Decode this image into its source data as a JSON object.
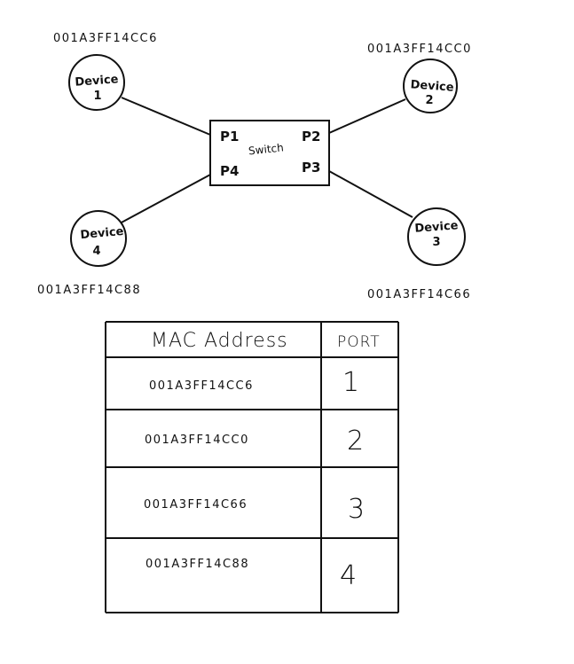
{
  "switch": {
    "label": "Switch",
    "ports": [
      "P1",
      "P2",
      "P3",
      "P4"
    ]
  },
  "devices": [
    {
      "name": "Device",
      "number": "1",
      "mac": "001A3FF14CC6"
    },
    {
      "name": "Device",
      "number": "2",
      "mac": "001A3FF14CC0"
    },
    {
      "name": "Device",
      "number": "3",
      "mac": "001A3FF14C66"
    },
    {
      "name": "Device",
      "number": "4",
      "mac": "001A3FF14C88"
    }
  ],
  "table": {
    "headers": [
      "MAC Address",
      "PORT"
    ],
    "rows": [
      {
        "mac": "001A3FF14CC6",
        "port": "1"
      },
      {
        "mac": "001A3FF14CC0",
        "port": "2"
      },
      {
        "mac": "001A3FF14C66",
        "port": "3"
      },
      {
        "mac": "001A3FF14C88",
        "port": "4"
      }
    ]
  }
}
